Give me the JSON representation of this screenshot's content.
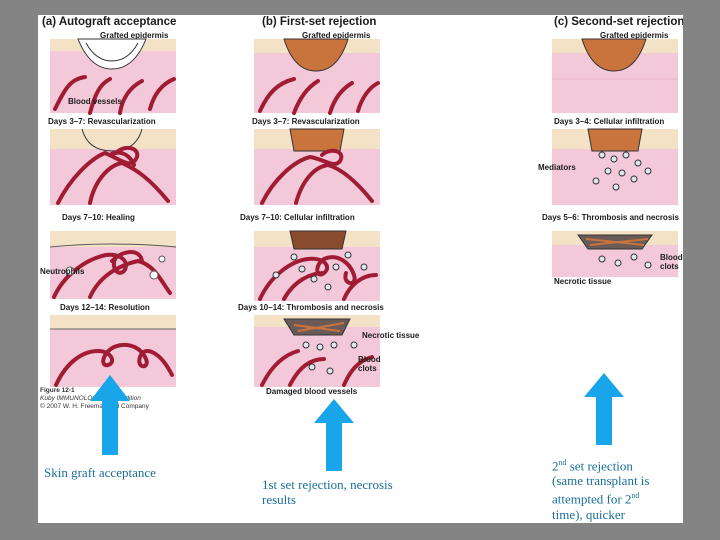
{
  "panels": [
    {
      "title": "(a) Autograft acceptance",
      "grafted": "Grafted epidermis"
    },
    {
      "title": "(b) First-set rejection",
      "grafted": "Grafted epidermis"
    },
    {
      "title": "(c) Second-set rejection",
      "grafted": "Grafted epidermis"
    }
  ],
  "steps_a": [
    "Days 3–7: Revascularization",
    "Days 7–10: Healing",
    "Days 12–14: Resolution"
  ],
  "steps_b": [
    "Days 3–7: Revascularization",
    "Days 7–10: Cellular infiltration",
    "Days 10–14: Thrombosis and necrosis"
  ],
  "steps_c": [
    "Days 3–4: Cellular infiltration",
    "Days 5–6: Thrombosis and necrosis"
  ],
  "labels": {
    "blood_vessels": "Blood vessels",
    "neutrophils": "Neutrophils",
    "mediators": "Mediators",
    "necrotic_tissue": "Necrotic tissue",
    "blood_clots_1": "Blood",
    "blood_clots_2": "clots",
    "damaged_vessels": "Damaged blood vessels"
  },
  "figure_credit": [
    "Figure 12-1",
    "Kuby IMMUNOLOGY, Sixth Edition",
    "© 2007 W. H. Freeman and Company"
  ],
  "captions": {
    "a": "Skin graft acceptance",
    "b_line1": "1st set rejection, necrosis",
    "b_line2": "results",
    "c_line1": "2",
    "c_sup1": "nd",
    "c_line1b": " set rejection",
    "c_line2": "(same transplant is",
    "c_line3": "attempted for 2",
    "c_sup3": "nd",
    "c_line4": "time), quicker"
  },
  "colors": {
    "slide_bg": "#ffffff",
    "outer_bg": "#848484",
    "dermis": "#f3c9d9",
    "epidermis": "#f3e2c6",
    "graft": "#c8743c",
    "vessel": "#a01c35",
    "arrow": "#19a5ea",
    "caption": "#1a6f96",
    "necrosis": "#6b5b58"
  }
}
